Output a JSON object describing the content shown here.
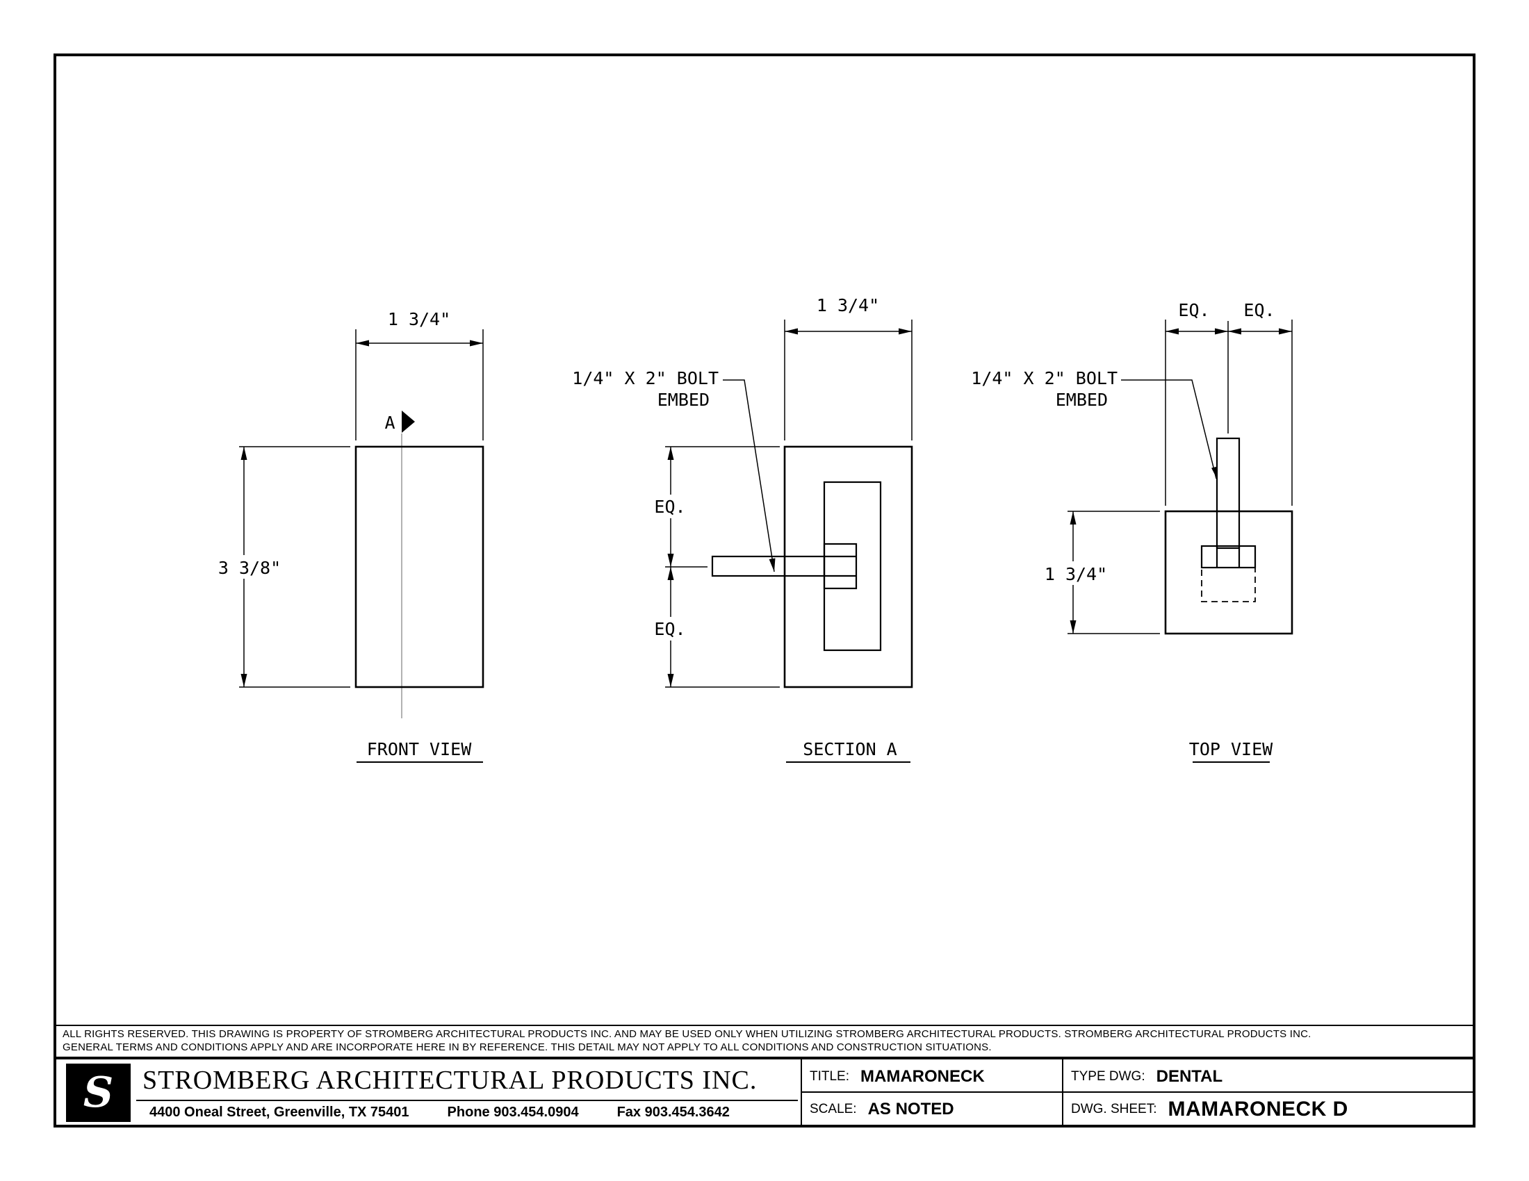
{
  "views": {
    "front": {
      "label": "FRONT VIEW",
      "dim_width": "1 3/4\"",
      "dim_height": "3 3/8\"",
      "section_marker": "A"
    },
    "section": {
      "label": "SECTION A",
      "dim_width": "1 3/4\"",
      "eq_top": "EQ.",
      "eq_bottom": "EQ.",
      "callout_line1": "1/4\" X 2\" BOLT",
      "callout_line2": "EMBED"
    },
    "top": {
      "label": "TOP VIEW",
      "eq_left": "EQ.",
      "eq_right": "EQ.",
      "dim_side": "1 3/4\"",
      "callout_line1": "1/4\" X 2\" BOLT",
      "callout_line2": "EMBED"
    }
  },
  "disclaimer": {
    "line1": "ALL RIGHTS RESERVED. THIS DRAWING IS PROPERTY OF STROMBERG ARCHITECTURAL PRODUCTS INC. AND MAY BE USED ONLY WHEN UTILIZING STROMBERG ARCHITECTURAL PRODUCTS.  STROMBERG ARCHITECTURAL PRODUCTS INC.",
    "line2": "GENERAL TERMS AND CONDITIONS APPLY AND ARE INCORPORATE HERE IN BY REFERENCE.  THIS DETAIL MAY NOT APPLY TO ALL CONDITIONS AND CONSTRUCTION SITUATIONS."
  },
  "title_block": {
    "logo_letter": "S",
    "company": "STROMBERG ARCHITECTURAL PRODUCTS INC.",
    "address": "4400 Oneal Street, Greenville, TX  75401",
    "phone": "Phone 903.454.0904",
    "fax": "Fax 903.454.3642",
    "title_label": "TITLE:",
    "title_value": "MAMARONECK",
    "type_label": "TYPE DWG:",
    "type_value": "DENTAL",
    "scale_label": "SCALE:",
    "scale_value": "AS NOTED",
    "sheet_label": "DWG. SHEET:",
    "sheet_value": "MAMARONECK D"
  },
  "colors": {
    "line": "#000000",
    "centerline": "#999999"
  }
}
